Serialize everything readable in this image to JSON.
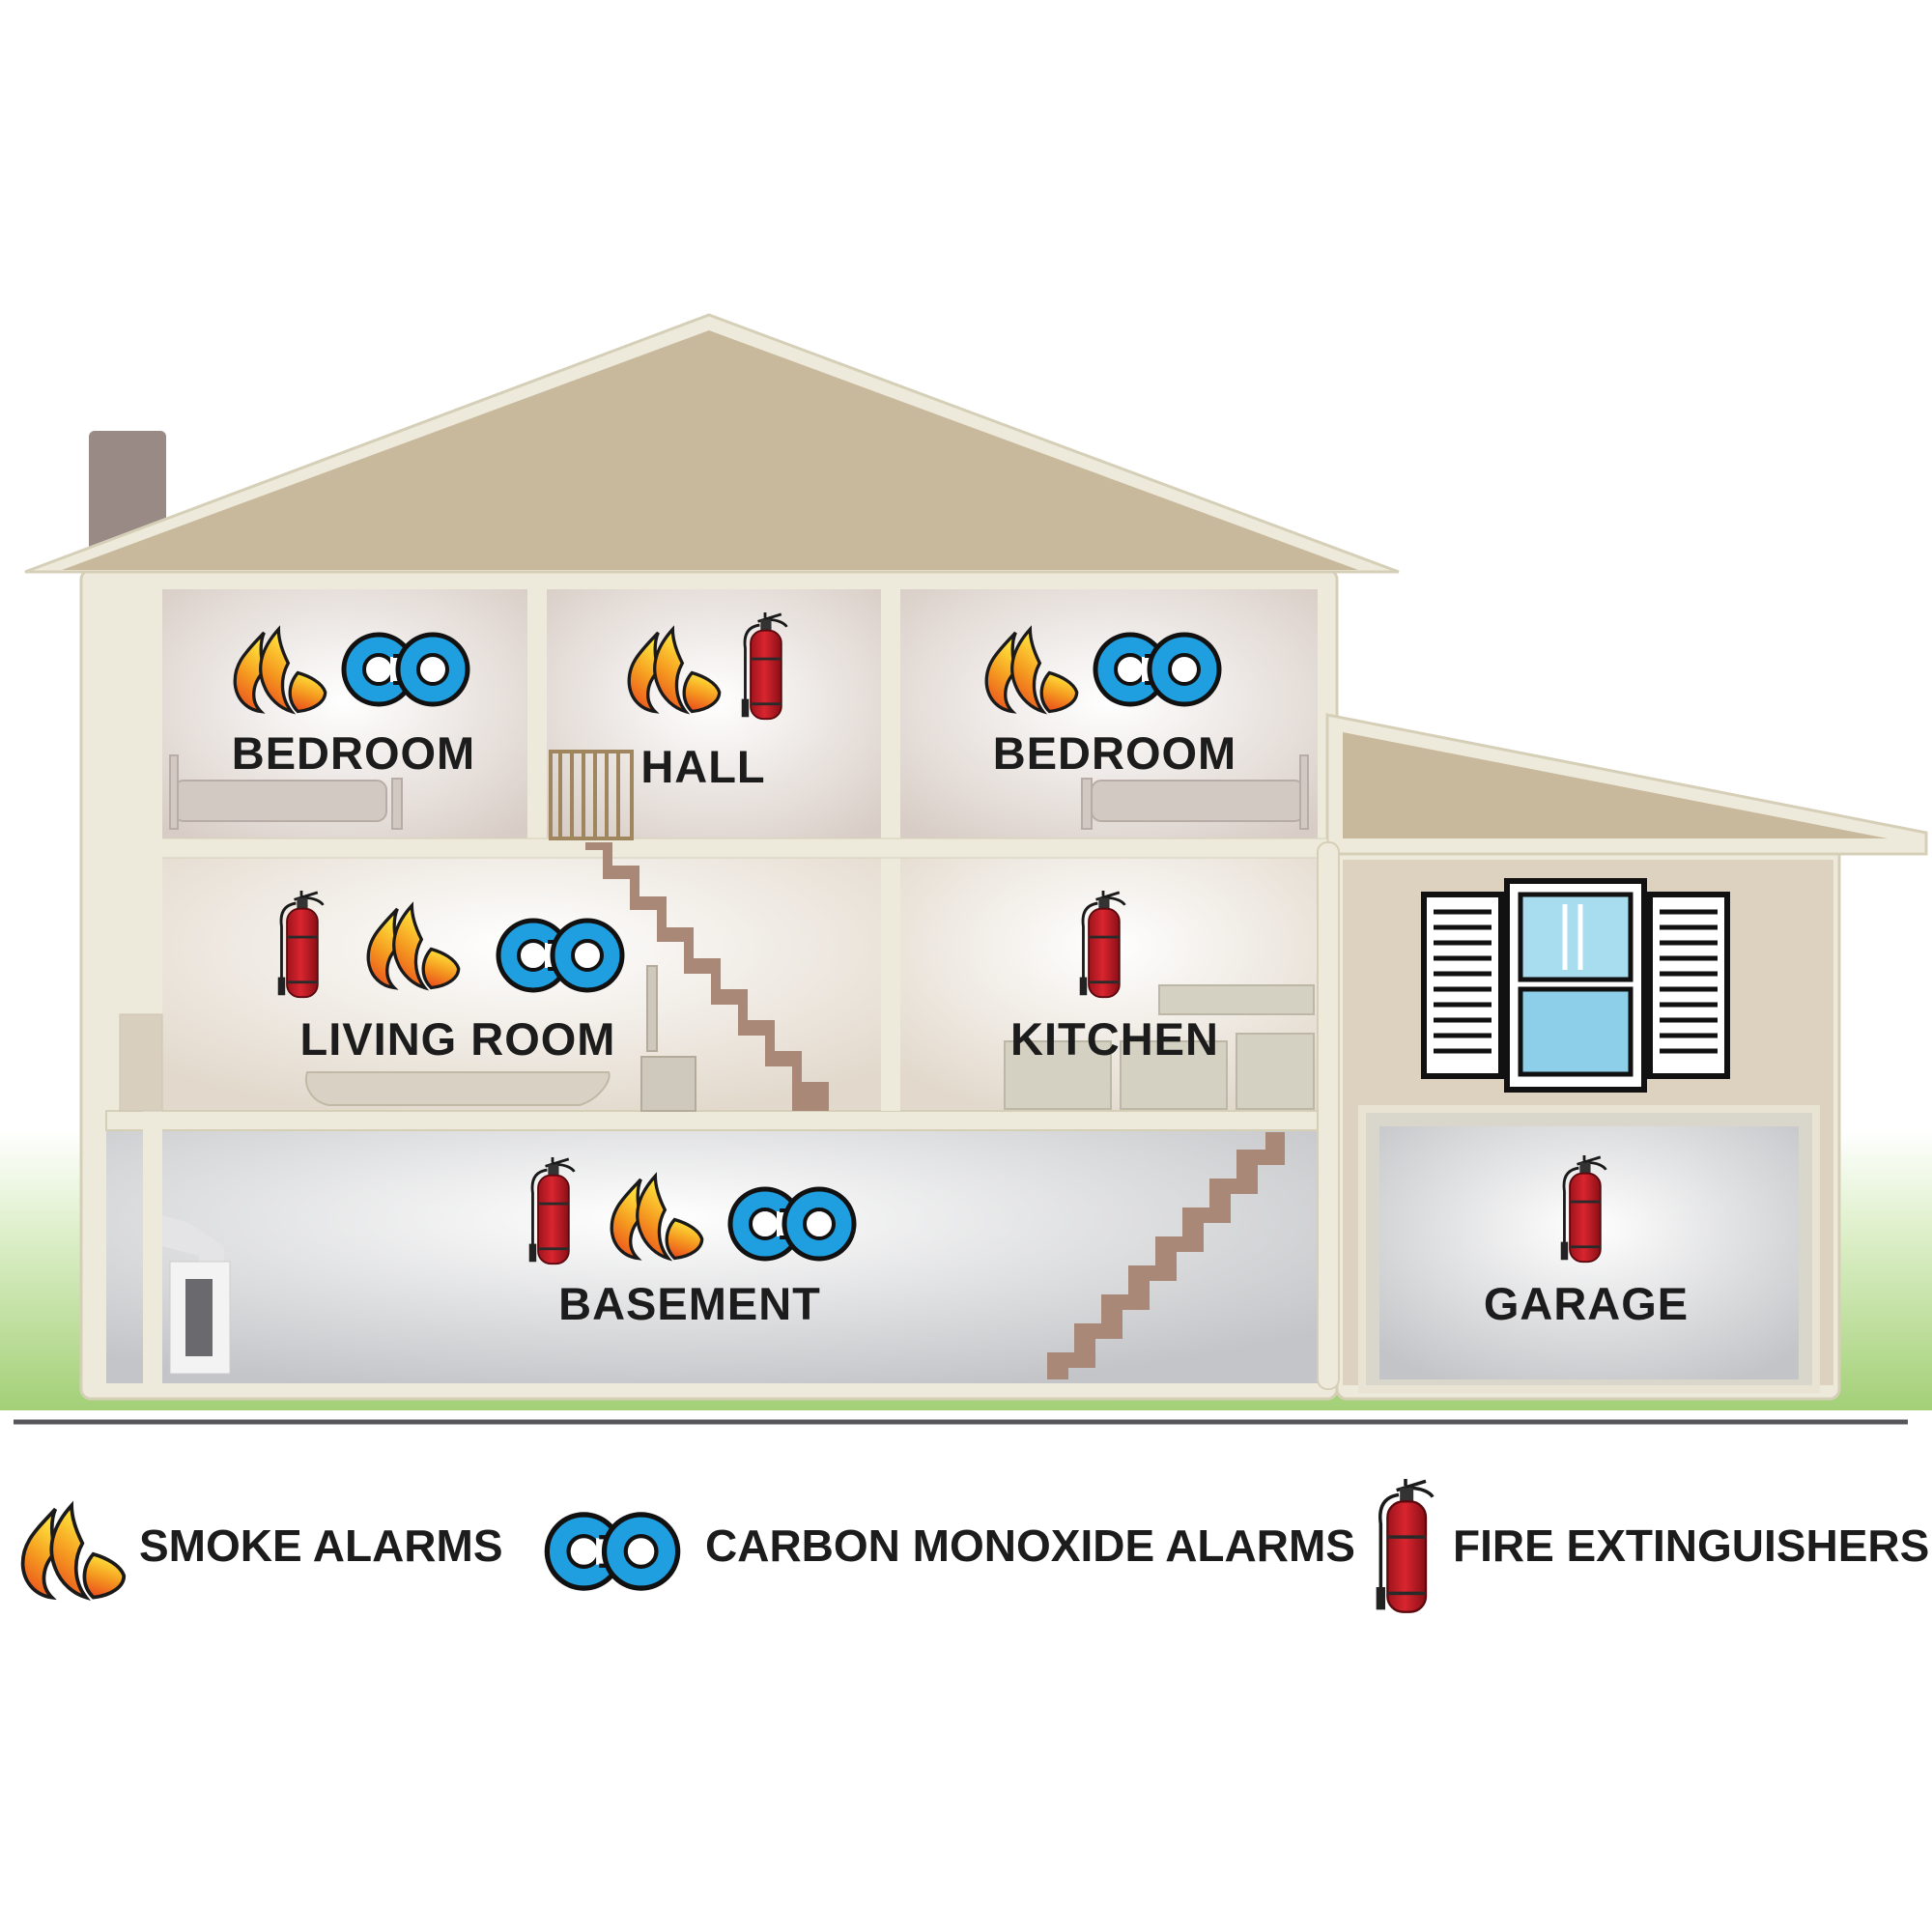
{
  "rooms": {
    "bedroom_left": {
      "label": "BEDROOM",
      "icons": [
        "smoke-alarm",
        "co-alarm"
      ]
    },
    "hall": {
      "label": "HALL",
      "icons": [
        "smoke-alarm",
        "fire-extinguisher"
      ]
    },
    "bedroom_right": {
      "label": "BEDROOM",
      "icons": [
        "smoke-alarm",
        "co-alarm"
      ]
    },
    "living_room": {
      "label": "LIVING ROOM",
      "icons": [
        "fire-extinguisher",
        "smoke-alarm",
        "co-alarm"
      ]
    },
    "kitchen": {
      "label": "KITCHEN",
      "icons": [
        "fire-extinguisher"
      ]
    },
    "basement": {
      "label": "BASEMENT",
      "icons": [
        "fire-extinguisher",
        "smoke-alarm",
        "co-alarm"
      ]
    },
    "garage": {
      "label": "GARAGE",
      "icons": [
        "fire-extinguisher"
      ]
    }
  },
  "co_symbol": "CO",
  "legend": {
    "smoke": {
      "label": "SMOKE ALARMS",
      "icon": "flame-icon"
    },
    "co": {
      "label": "CARBON MONOXIDE ALARMS",
      "icon": "co-icon"
    },
    "extinguisher": {
      "label": "FIRE EXTINGUISHERS",
      "icon": "fire-extinguisher-icon"
    }
  },
  "colors": {
    "roof": "#c9b99c",
    "wall_trim": "#eeeadb",
    "room_upper": "#e4dcd6",
    "room_living": "#ece6dc",
    "basement": "#cfd0d3",
    "chimney": "#9a8a86",
    "stairs": "#a98878",
    "flame_orange": "#f07a1a",
    "flame_yellow": "#ffd42a",
    "co_blue": "#1f9fe0",
    "extinguisher_red": "#c8202a",
    "grass": "#a6d37a"
  }
}
